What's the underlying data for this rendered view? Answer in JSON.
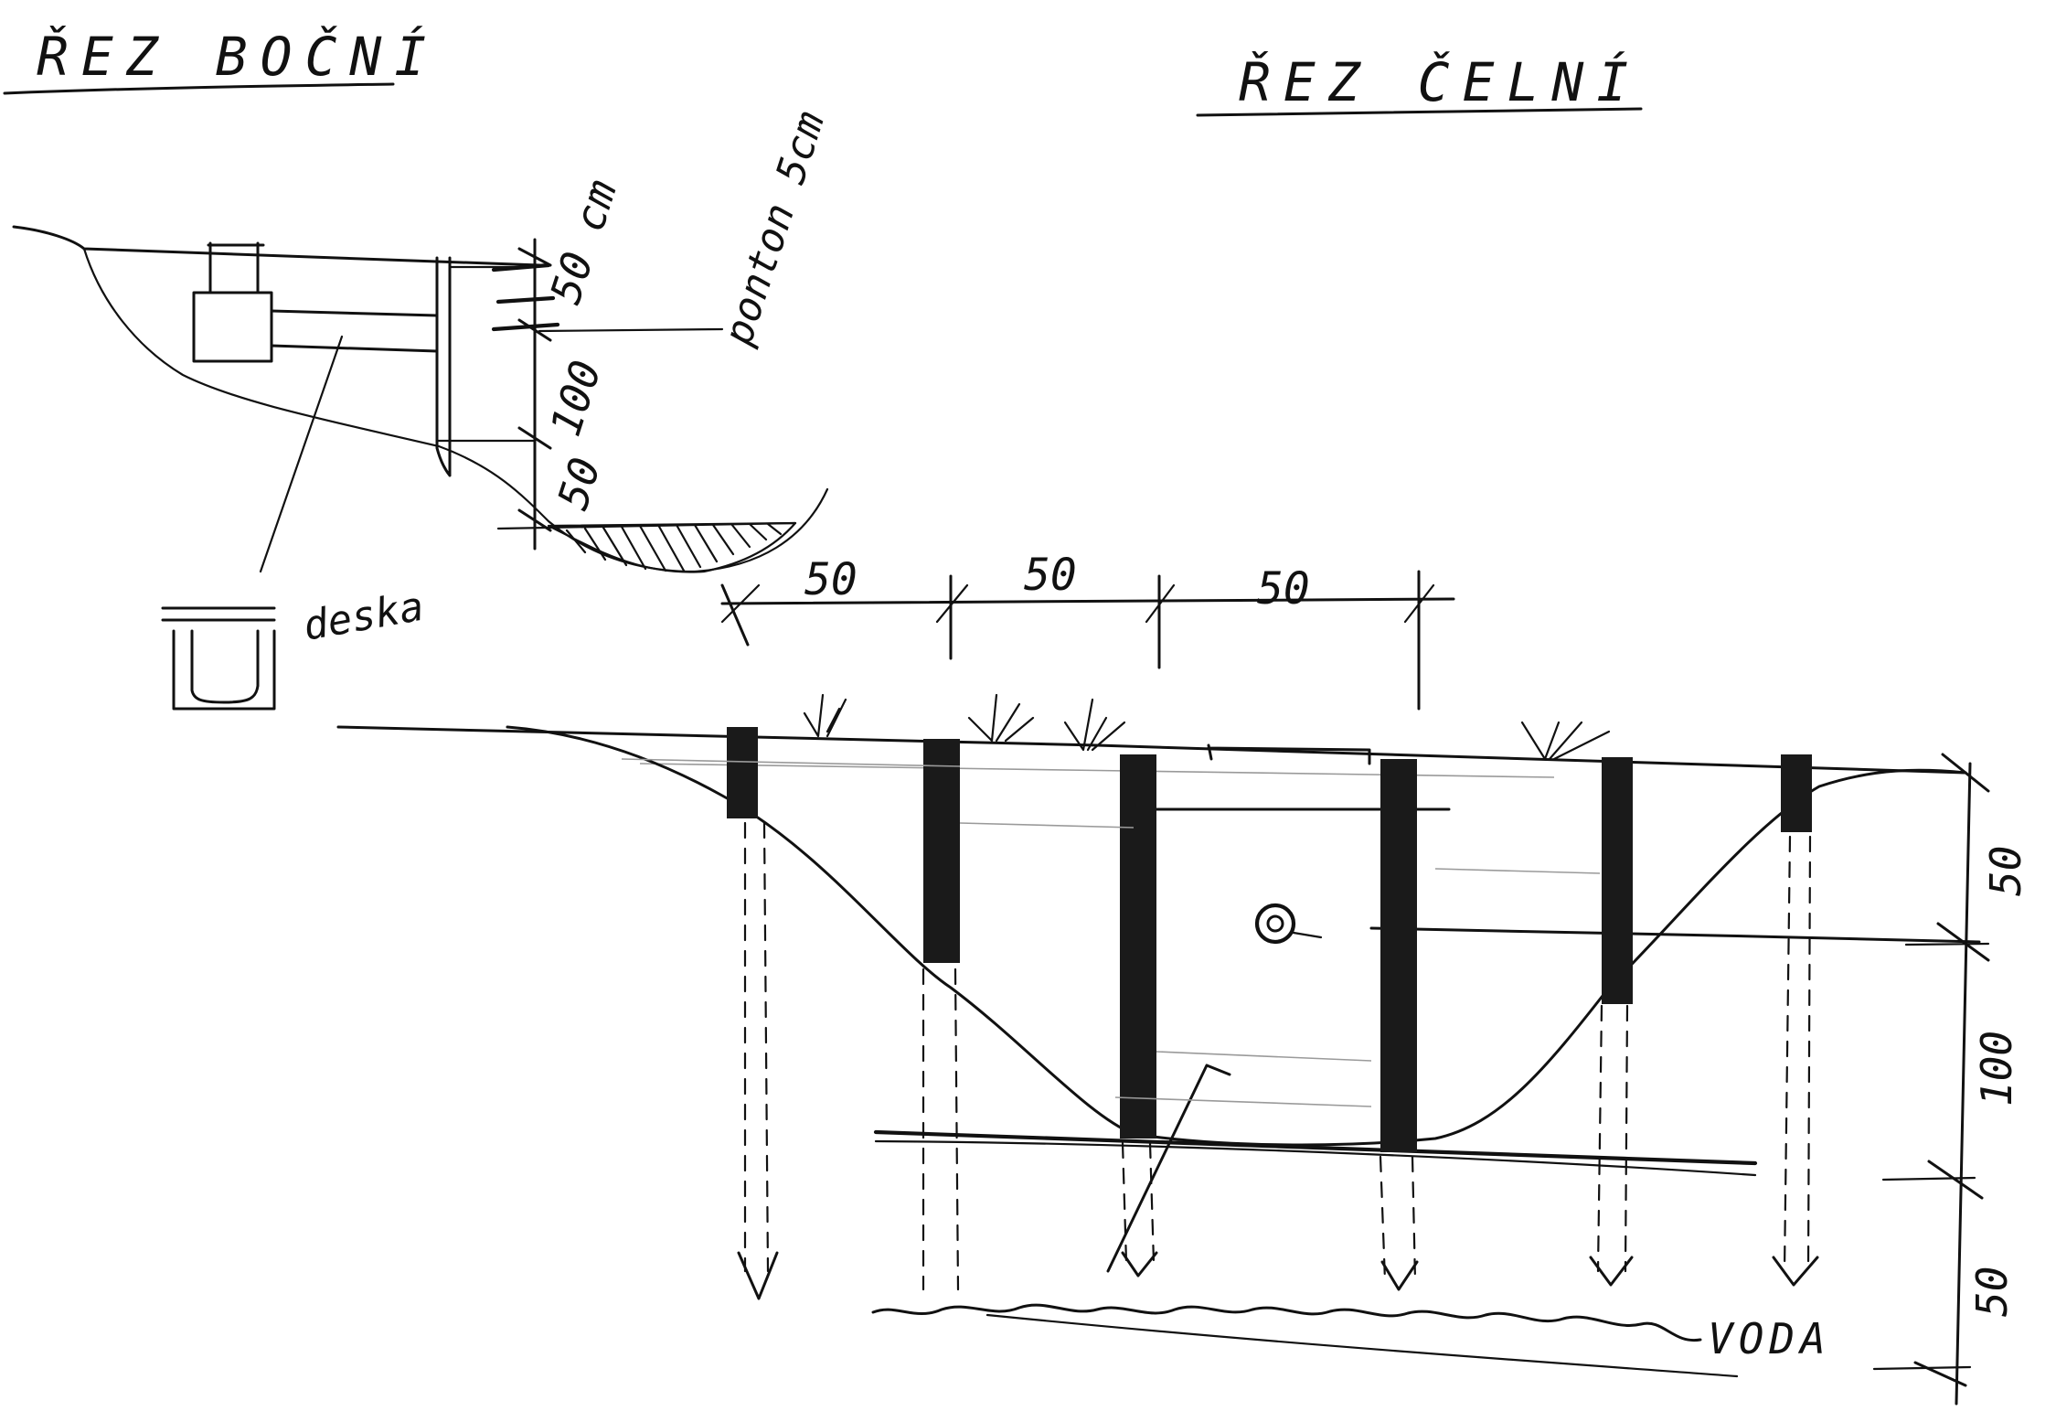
{
  "side_section": {
    "title": "ŘEZ BOČNÍ",
    "dimensions": [
      "50 cm",
      "100",
      "50"
    ],
    "pontoon_label": "ponton 5cm",
    "board_label": "deska"
  },
  "front_section": {
    "title": "ŘEZ ČELNÍ",
    "top_dimensions": [
      "50",
      "50",
      "50"
    ],
    "right_dimensions": [
      "50",
      "100",
      "50"
    ],
    "water_label": "VODA"
  }
}
